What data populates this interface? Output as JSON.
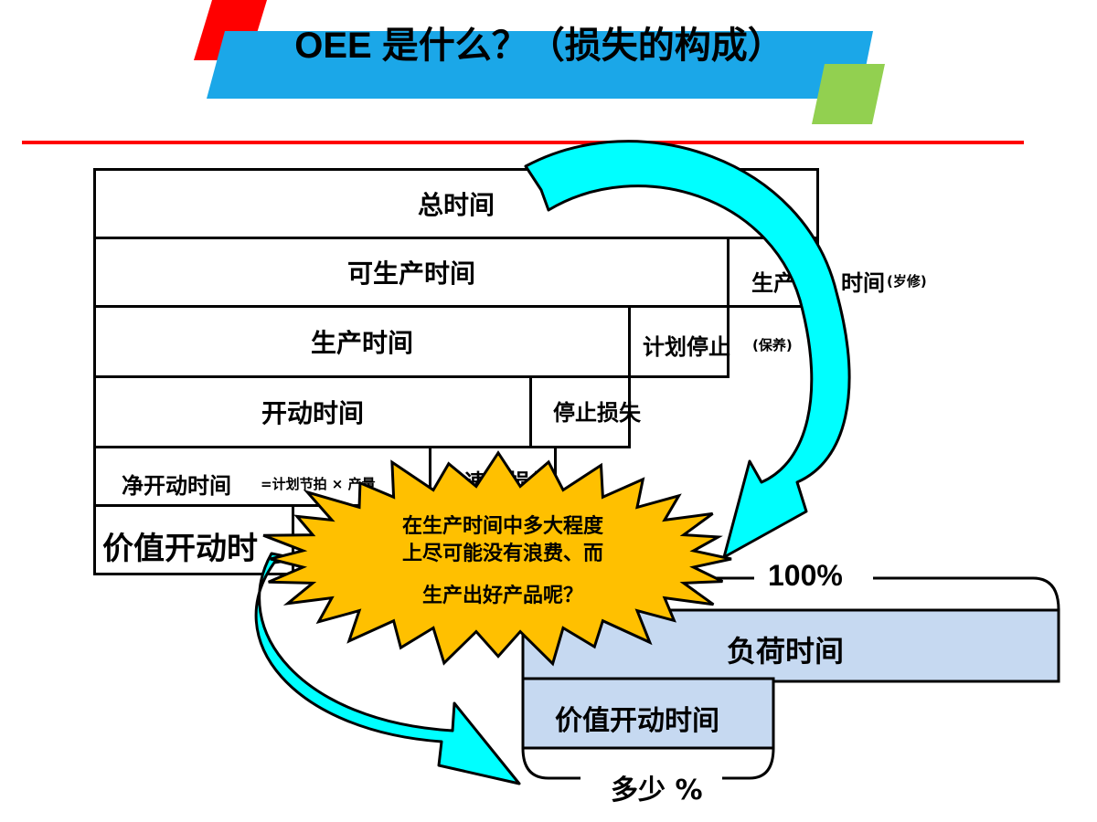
{
  "slide": {
    "title": "OEE 是什么？（损失的构成）",
    "colors": {
      "red": "#ff0000",
      "blue": "#1ba7e8",
      "green": "#92d050",
      "arrow": "#00ffff",
      "star": "#ffc000",
      "boxfill": "#c6d9f1"
    }
  },
  "diagram": {
    "total_time": "总时间",
    "available_time": "可生产时间",
    "downtime_repair": "生产",
    "downtime_repair_tail": "时间",
    "downtime_repair_note": "(岁修)",
    "production_time": "生产时间",
    "planned_stop": "计划停止",
    "planned_stop_note": "(保养)",
    "running_time": "开动时间",
    "stop_loss": "停止损失",
    "net_running_time": "净开动时间",
    "net_running_formula": "=计划节拍 × 产量",
    "speed_loss": "速度损失",
    "value_running_time": "价值开动时",
    "callout_line1": "在生产时间中多大程度",
    "callout_line2": "上尽可能没有浪费、而",
    "callout_line3": "生产出好产品呢？",
    "percent_100": "100%",
    "load_time": "负荷时间",
    "value_running_time_box": "价值开动时间",
    "percent_how_much": "多少 %"
  }
}
